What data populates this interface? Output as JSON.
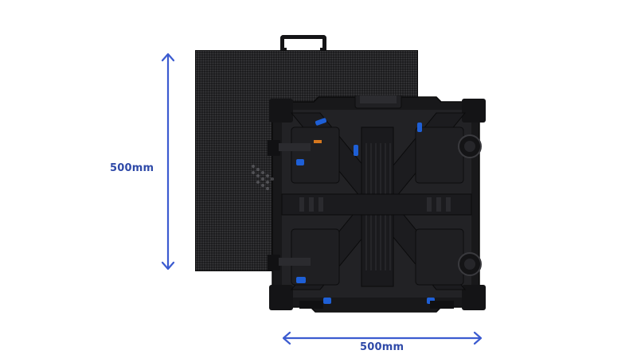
{
  "dimensions": {
    "height_label": "500mm",
    "width_label": "500mm"
  },
  "colors": {
    "dimension_accent": "#3b5bd0",
    "panel_dark": "#1a1a1c",
    "clip_blue": "#1e5fd6"
  },
  "images": {
    "front_panel": "led-cabinet-front",
    "back_panel": "led-cabinet-back",
    "watermark": "brand-watermark"
  }
}
